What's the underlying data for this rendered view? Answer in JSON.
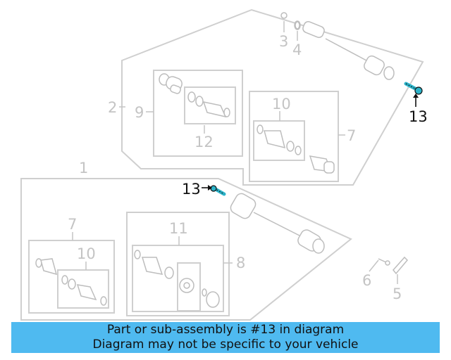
{
  "callouts": {
    "c1": "1",
    "c2": "2",
    "c3": "3",
    "c4": "4",
    "c5": "5",
    "c6": "6",
    "c7_upper": "7",
    "c7_lower": "7",
    "c8": "8",
    "c9": "9",
    "c10_upper": "10",
    "c10_lower": "10",
    "c11": "11",
    "c12": "12",
    "c13_upper": "13",
    "c13_lower": "13"
  },
  "highlighted_part": "13",
  "colors": {
    "highlight": "#4fbaf0",
    "highlight_part": "#2bb3c9",
    "line": "#cfcfcf",
    "label": "#c4c4c4"
  },
  "banner": {
    "line1": "Part or sub-assembly is #13 in diagram",
    "line2": "Diagram may not be specific to your vehicle"
  }
}
